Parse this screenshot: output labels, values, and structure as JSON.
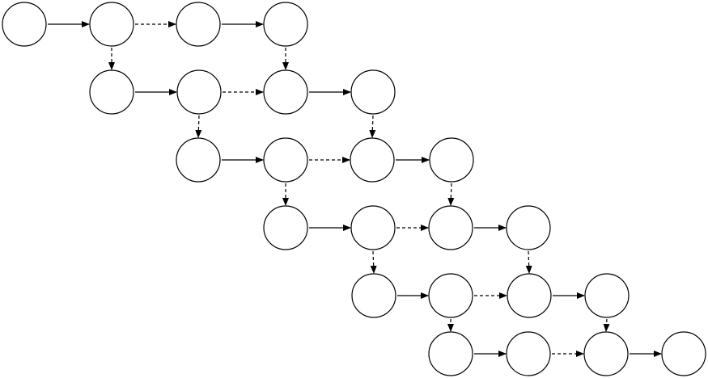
{
  "diagram": {
    "type": "state-graph",
    "line_color": "#000000",
    "background": "#ffffff",
    "nodes": [
      {
        "id": "n0-0",
        "label": ""
      },
      {
        "id": "n0-1",
        "label": ""
      },
      {
        "id": "n0-2",
        "label": ""
      },
      {
        "id": "n0-3",
        "label": ""
      },
      {
        "id": "n1-0",
        "label": ""
      },
      {
        "id": "n1-1",
        "label": ""
      },
      {
        "id": "n1-2",
        "label": ""
      },
      {
        "id": "n1-3",
        "label": ""
      },
      {
        "id": "n2-0",
        "label": ""
      },
      {
        "id": "n2-1",
        "label": ""
      },
      {
        "id": "n2-2",
        "label": ""
      },
      {
        "id": "n2-3",
        "label": ""
      },
      {
        "id": "n3-0",
        "label": ""
      },
      {
        "id": "n3-1",
        "label": ""
      },
      {
        "id": "n3-2",
        "label": ""
      },
      {
        "id": "n3-3",
        "label": ""
      },
      {
        "id": "n4-0",
        "label": ""
      },
      {
        "id": "n4-1",
        "label": ""
      },
      {
        "id": "n4-2",
        "label": ""
      },
      {
        "id": "n4-3",
        "label": ""
      },
      {
        "id": "n5-0",
        "label": ""
      },
      {
        "id": "n5-1",
        "label": ""
      },
      {
        "id": "n5-2",
        "label": ""
      },
      {
        "id": "n5-3",
        "label": ""
      }
    ],
    "edges": [
      {
        "from": "n0-0",
        "to": "n0-1",
        "style": "solid"
      },
      {
        "from": "n0-1",
        "to": "n0-2",
        "style": "dashed"
      },
      {
        "from": "n0-2",
        "to": "n0-3",
        "style": "solid"
      },
      {
        "from": "n0-1",
        "to": "n1-0",
        "style": "dashed"
      },
      {
        "from": "n0-3",
        "to": "n1-2",
        "style": "dashed"
      },
      {
        "from": "n1-0",
        "to": "n1-1",
        "style": "solid"
      },
      {
        "from": "n1-1",
        "to": "n1-2",
        "style": "dashed"
      },
      {
        "from": "n1-2",
        "to": "n1-3",
        "style": "solid"
      },
      {
        "from": "n1-1",
        "to": "n2-0",
        "style": "dashed"
      },
      {
        "from": "n1-3",
        "to": "n2-2",
        "style": "dashed"
      },
      {
        "from": "n2-0",
        "to": "n2-1",
        "style": "solid"
      },
      {
        "from": "n2-1",
        "to": "n2-2",
        "style": "dashed"
      },
      {
        "from": "n2-2",
        "to": "n2-3",
        "style": "solid"
      },
      {
        "from": "n2-1",
        "to": "n3-0",
        "style": "dashed"
      },
      {
        "from": "n2-3",
        "to": "n3-2",
        "style": "dashed"
      },
      {
        "from": "n3-0",
        "to": "n3-1",
        "style": "solid"
      },
      {
        "from": "n3-1",
        "to": "n3-2",
        "style": "dashed"
      },
      {
        "from": "n3-2",
        "to": "n3-3",
        "style": "solid"
      },
      {
        "from": "n3-1",
        "to": "n4-0",
        "style": "dashed"
      },
      {
        "from": "n3-3",
        "to": "n4-2",
        "style": "dashed"
      },
      {
        "from": "n4-0",
        "to": "n4-1",
        "style": "solid"
      },
      {
        "from": "n4-1",
        "to": "n4-2",
        "style": "dashed"
      },
      {
        "from": "n4-2",
        "to": "n4-3",
        "style": "solid"
      },
      {
        "from": "n4-1",
        "to": "n5-0",
        "style": "dashed"
      },
      {
        "from": "n4-3",
        "to": "n5-2",
        "style": "dashed"
      },
      {
        "from": "n5-0",
        "to": "n5-1",
        "style": "solid"
      },
      {
        "from": "n5-1",
        "to": "n5-2",
        "style": "dashed"
      },
      {
        "from": "n5-2",
        "to": "n5-3",
        "style": "solid"
      }
    ]
  }
}
